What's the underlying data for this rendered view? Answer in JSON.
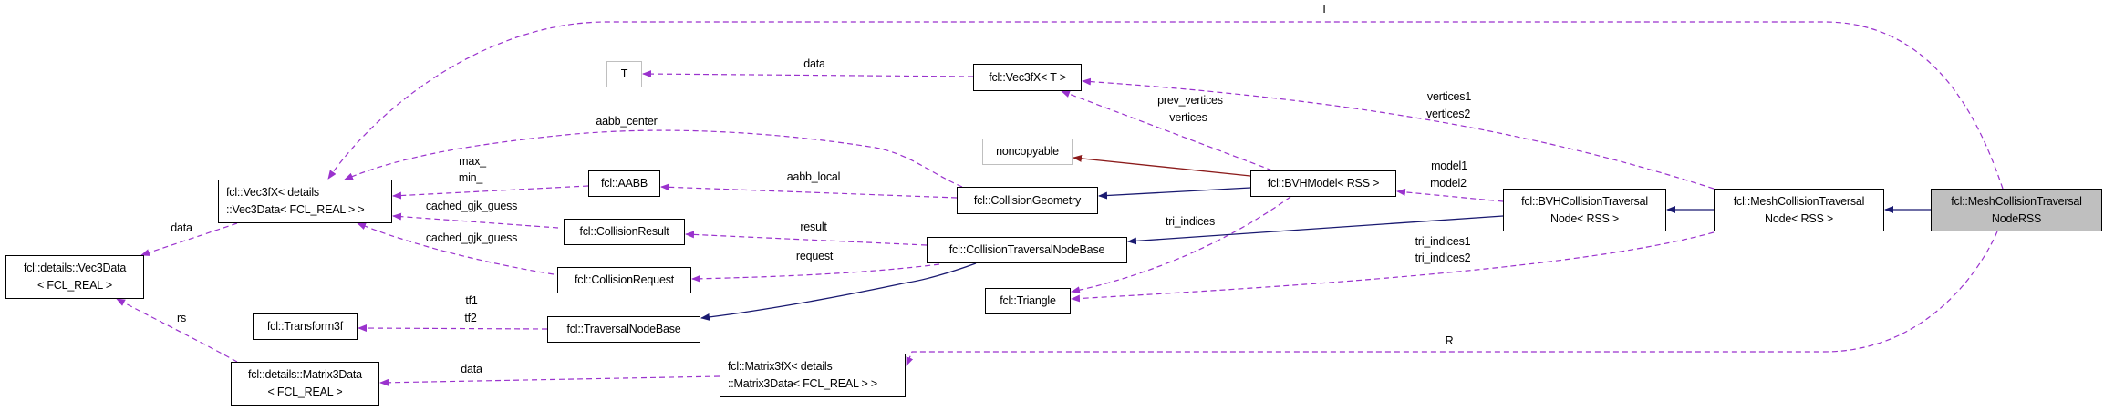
{
  "colors": {
    "member_edge": "#9a32cd",
    "inherit_edge": "#191970",
    "private_inherit_edge": "#8b1a1a",
    "current_node_fill": "#bfbfbf"
  },
  "nodes": {
    "vec3data": [
      "fcl::details::Vec3Data",
      "< FCL_REAL >"
    ],
    "vec3fx_details": [
      "fcl::Vec3fX< details",
      "::Vec3Data< FCL_REAL > >"
    ],
    "matrix3data": [
      "fcl::details::Matrix3Data",
      "< FCL_REAL >"
    ],
    "transform3f": "fcl::Transform3f",
    "t": "T",
    "aabb": "fcl::AABB",
    "collision_result": "fcl::CollisionResult",
    "collision_request": "fcl::CollisionRequest",
    "traversal_node_base": "fcl::TraversalNodeBase",
    "vec3fx_t": "fcl::Vec3fX< T >",
    "noncopyable": "noncopyable",
    "collision_geometry": "fcl::CollisionGeometry",
    "bvh_model": "fcl::BVHModel< RSS >",
    "collision_traversal_node_base": "fcl::CollisionTraversalNodeBase",
    "triangle": "fcl::Triangle",
    "matrix3fx": [
      "fcl::Matrix3fX< details",
      "::Matrix3Data< FCL_REAL > >"
    ],
    "bvh_collision_traversal_node": [
      "fcl::BVHCollisionTraversal",
      "Node< RSS >"
    ],
    "mesh_collision_traversal_node": [
      "fcl::MeshCollisionTraversal",
      "Node< RSS >"
    ],
    "mesh_collision_traversal_node_rss": [
      "fcl::MeshCollisionTraversal",
      "NodeRSS"
    ]
  },
  "edge_labels": {
    "t_top": "T",
    "data_vec3fx_t": "data",
    "aabb_center": "aabb_center",
    "max": "max_",
    "min": "min_",
    "cached_gjk_guess_result": "cached_gjk_guess",
    "cached_gjk_guess_request": "cached_gjk_guess",
    "data_vec3data": "data",
    "rs": "rs",
    "tf1": "tf1",
    "tf2": "tf2",
    "data_matrix3data": "data",
    "prev_vertices": "prev_vertices",
    "vertices": "vertices",
    "aabb_local": "aabb_local",
    "result": "result",
    "request": "request",
    "tri_indices": "tri_indices",
    "vertices1": "vertices1",
    "vertices2": "vertices2",
    "model1": "model1",
    "model2": "model2",
    "tri_indices1": "tri_indices1",
    "tri_indices2": "tri_indices2",
    "r": "R"
  }
}
